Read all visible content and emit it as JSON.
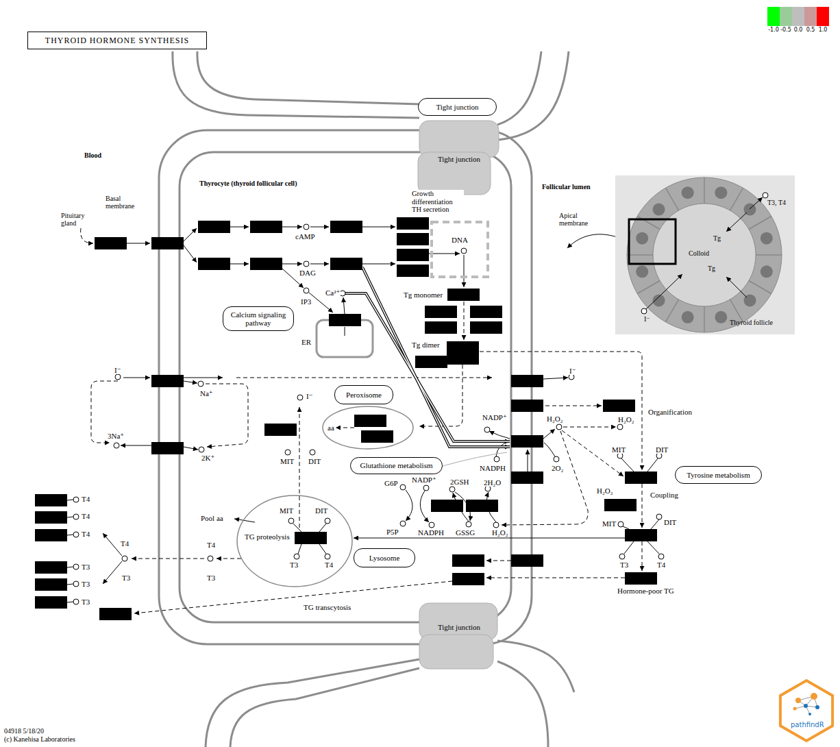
{
  "diagram": {
    "title": "THYROID HORMONE SYNTHESIS",
    "nodes": [
      {
        "text": [
          "Tight junction"
        ]
      },
      {
        "text": [
          "Tight junction"
        ]
      },
      {
        "text": [
          "Colloid",
          "Tg",
          "Tg",
          "I⁻",
          "T3, T4",
          "Thyroid follicle"
        ]
      },
      {
        "text": [
          "DNA"
        ]
      },
      {
        "text": [
          "Calcium signaling pathway"
        ]
      },
      {
        "text": [
          "ER"
        ]
      },
      {
        "text": [
          "Peroxisome"
        ]
      },
      {
        "text": [
          "aa"
        ]
      },
      {
        "text": [
          "Glutathione metabolism"
        ]
      },
      {
        "text": [
          "Tyrosine metabolism"
        ]
      },
      {
        "text": [
          "TG proteolysis",
          "MIT",
          "DIT",
          "T3",
          "T4"
        ]
      },
      {
        "text": [
          "Lysosome"
        ]
      },
      {
        "text": [
          "Tight junction"
        ]
      }
    ],
    "labels": [
      "Blood",
      "Basal membrane",
      "Pituitary gland",
      "Thyrocyte (thyroid follicular cell)",
      "Follicular lumen",
      "Apical membrane",
      "Growth differentiation TH secretion",
      "cAMP",
      "DAG",
      "IP3",
      "Ca²⁺",
      "Tg monomer",
      "Tg dimer",
      "I⁻",
      "Na⁺",
      "3Na⁺",
      "2K⁺",
      "I⁻",
      "MIT",
      "DIT",
      "I⁻",
      "H₂O₂",
      "Organification",
      "NADP⁺",
      "H₂O₂",
      "NADPH",
      "2O₂",
      "MIT",
      "DIT",
      "Coupling",
      "H₂O₂",
      "MIT",
      "DIT",
      "T3",
      "T4",
      "Hormone-poor TG",
      "G6P",
      "NADP⁺",
      "2GSH",
      "2H₂O",
      "P5P",
      "NADPH",
      "GSSG",
      "H₂O₂",
      "Pool aa",
      "T4",
      "T3",
      "T4",
      "T3",
      "T4",
      "T4",
      "T4",
      "T3",
      "T3",
      "T3",
      "TG transcytosis",
      "04918 5/18/20",
      "(c) Kanehisa Laboratories",
      "pathfindR"
    ],
    "legend": [
      {
        "text": "-1.0",
        "color": "#00ff00"
      },
      {
        "text": "-0.5",
        "color": "#99cc99"
      },
      {
        "text": "0.0",
        "color": "#bebebe"
      },
      {
        "text": "0.5",
        "color": "#cc9999"
      },
      {
        "text": "1.0",
        "color": "#ff0000"
      }
    ]
  }
}
